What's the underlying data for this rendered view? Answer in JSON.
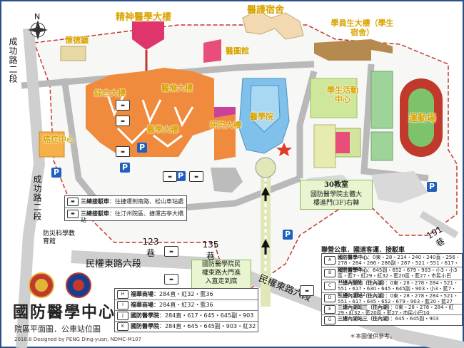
{
  "map": {
    "compass_label": "N",
    "title_main": "國防醫學中心",
    "title_sub": "院區平面圖．公車站位圖",
    "credit": "2018.8 Designed by PENG Ding-yuan, NDMC-M107",
    "note": "＊本圖僅供參考。",
    "buildings": {
      "psychiatric": "精神醫學大樓",
      "staff_dorm": "醫護宿舍",
      "student_dorm": "學員生大樓（學生宿舍）",
      "tower_north": "懷德廳",
      "medical_lib": "醫圖館",
      "comprehensive": "綜合大樓",
      "medical_tower": "醫療大樓",
      "med_building": "醫學大樓",
      "research": "研究大樓",
      "school_main": "醫學院",
      "student_center": "學生活動中心",
      "stadium": "運動場",
      "cancer_center": "癌症中心"
    },
    "roads": {
      "chenggong_1": "成功路二段",
      "chenggong_2": "成功路二段",
      "minquan_1": "民權東路六段",
      "minquan_2": "民權東路六段",
      "lane123": "123巷",
      "lane135": "135巷",
      "lane191": "191巷",
      "disaster": "防災科學教育館"
    },
    "callouts": {
      "classroom": {
        "title": "30教室",
        "line1": "國防醫學院主體大",
        "line2": "樓進門(3F)右轉"
      },
      "entrance": {
        "line1": "國防醫學院民",
        "line2": "權東路大門進",
        "line3": "入直走到底"
      }
    },
    "bus_legend_top": {
      "items": [
        {
          "label": "三總接駁車",
          "detail": "往捷運劍南路、松山車站處"
        },
        {
          "label": "三總接駁車",
          "detail": "往汀州院區、捷運古亭大橋站"
        }
      ]
    },
    "bus_legend_bottom_left": {
      "items": [
        {
          "stop": "H",
          "name": "福華商場",
          "routes": "284直・紅32・藍36"
        },
        {
          "stop": "I",
          "name": "福華商場",
          "routes": "284直・紅32・藍36"
        },
        {
          "stop": "J",
          "name": "國防醫學院",
          "routes": "284直・617・645・645副・903"
        },
        {
          "stop": "K",
          "name": "國防醫學院",
          "routes": "284直・645・645副・903・紅32"
        }
      ]
    },
    "bus_legend_right": {
      "header": "聯營公車．國道客運．接駁車",
      "items": [
        {
          "stop": "A",
          "name": "國防醫學中心",
          "routes": "0東・28・214・240・240直・256・278・284・286・286副・287・521・551・617・630・645"
        },
        {
          "stop": "B",
          "name": "國防醫學中心",
          "routes": "645副・652・679・903・小3・小3區・藍7・紅29・紅32・藍20區・藍27・市民小巴10・1801"
        },
        {
          "stop": "C",
          "name": "三總內湖站（往內湖）",
          "routes": "0東・28・278・284・521・551・617・630・645・645副・903・小3・藍7・紅29・紅32"
        },
        {
          "stop": "D",
          "name": "三總內湖站（往內湖）",
          "routes": "0東・28・278・284・521・551・617・645・652・679・903・藍20・藍27"
        },
        {
          "stop": "E",
          "name": "三總內湖站三（往內湖）",
          "routes": "0東・28・278・284・紅29・紅32・藍20區・藍27・市民小巴10"
        },
        {
          "stop": "G",
          "name": "三總內湖站三（往內湖）",
          "routes": "645・645副・903"
        }
      ]
    }
  }
}
